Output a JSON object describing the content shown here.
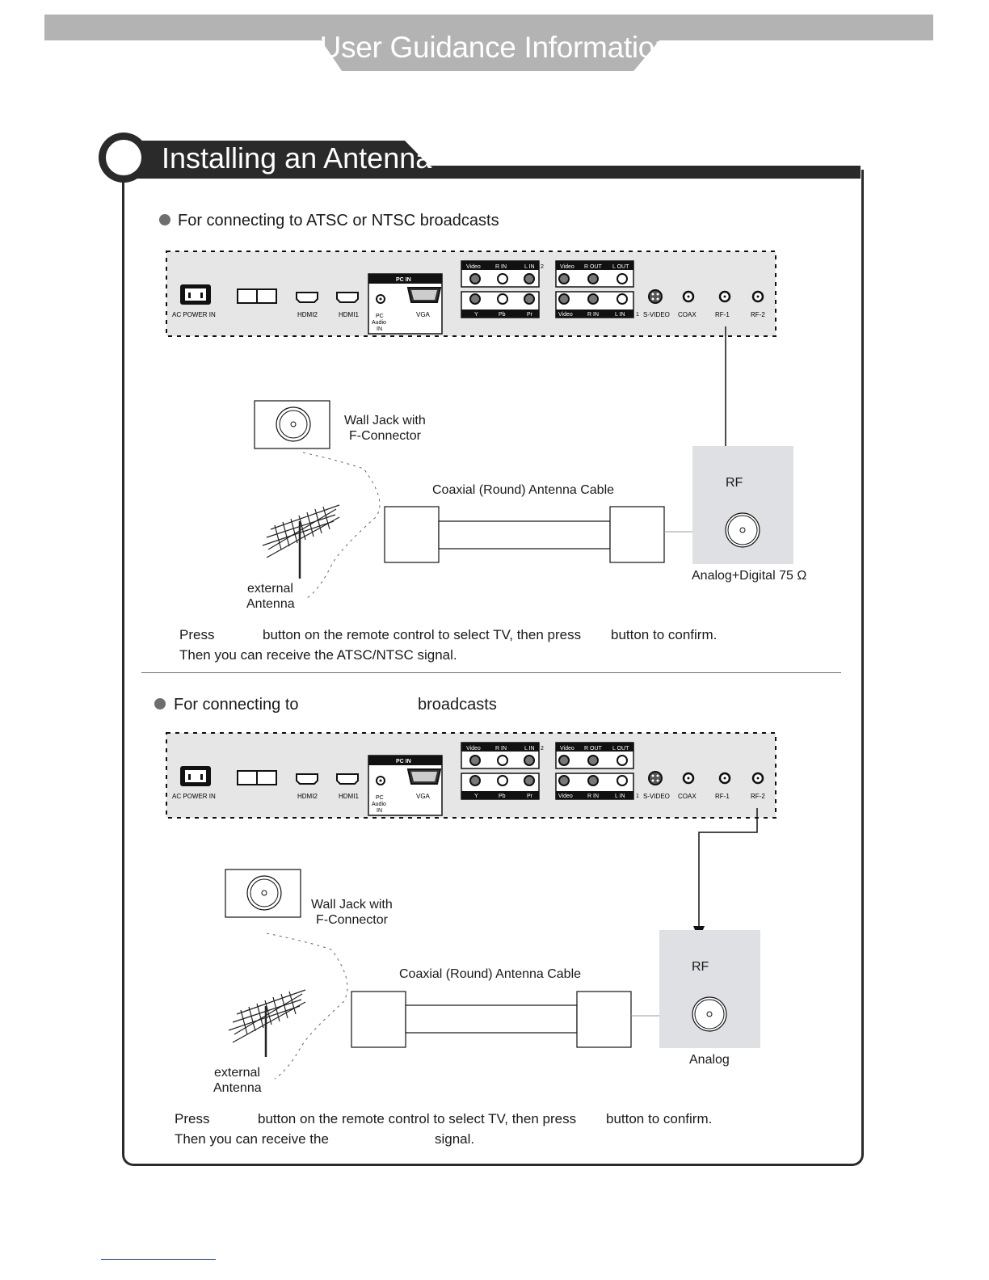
{
  "header": {
    "title": "User Guidance Information"
  },
  "section": {
    "title": "Installing an Antenna"
  },
  "panel_labels": {
    "ac_power_in": "AC POWER IN",
    "hdmi2": "HDMI2",
    "hdmi1": "HDMI1",
    "pc_in": "PC IN",
    "pc_audio_in_1": "PC",
    "pc_audio_in_2": "Audio",
    "pc_audio_in_3": "IN",
    "vga": "VGA",
    "video": "Video",
    "r_in": "R IN",
    "l_in": "L IN",
    "r_out": "R OUT",
    "l_out": "L OUT",
    "y": "Y",
    "pb": "Pb",
    "pr": "Pr",
    "input2": "2",
    "input1": "1",
    "s_video": "S-VIDEO",
    "coax": "COAX",
    "rf1": "RF-1",
    "rf2": "RF-2"
  },
  "block1": {
    "heading": "For connecting to ATSC or NTSC broadcasts",
    "wall_jack_1": "Wall Jack with",
    "wall_jack_2": "F-Connector",
    "cable": "Coaxial (Round) Antenna Cable",
    "rf": "RF",
    "rf_caption": "Analog+Digital 75 Ω",
    "antenna_1": "external",
    "antenna_2": "Antenna",
    "instr_press": "Press",
    "instr_mid": "button on the remote control to select TV, then press",
    "instr_end": "button to confirm.",
    "instr_line2": "Then you can receive the ATSC/NTSC signal."
  },
  "block2": {
    "heading_start": "For connecting to",
    "heading_end": "broadcasts",
    "wall_jack_1": "Wall Jack with",
    "wall_jack_2": "F-Connector",
    "cable": "Coaxial (Round) Antenna Cable",
    "rf": "RF",
    "rf_caption": "Analog",
    "antenna_1": "external",
    "antenna_2": "Antenna",
    "instr_press": "Press",
    "instr_mid": "button on the remote control to select TV, then press",
    "instr_end": "button to confirm.",
    "instr_line2_start": "Then you can receive the",
    "instr_line2_end": "signal."
  }
}
